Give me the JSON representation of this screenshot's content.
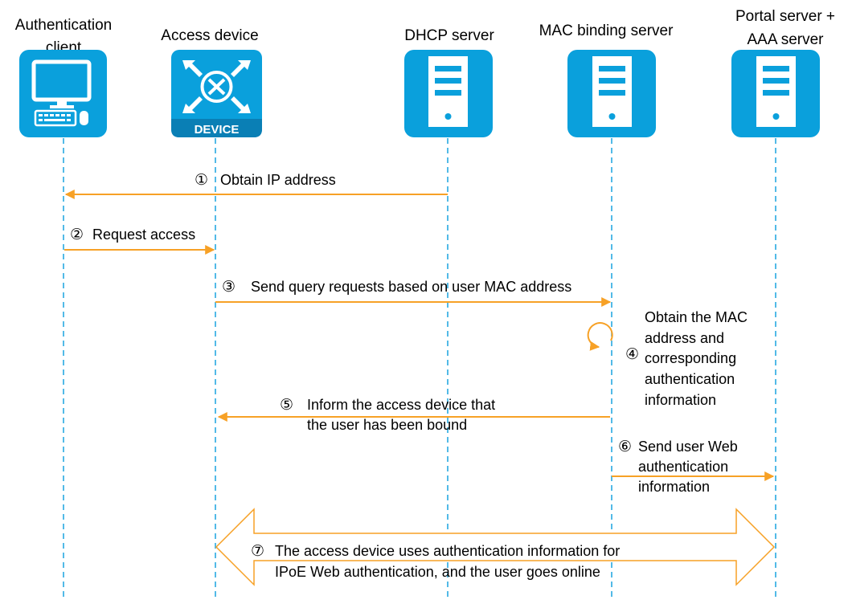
{
  "colors": {
    "icon_blue": "#0aa0dc",
    "icon_dark": "#0a7fb5",
    "arrow_orange": "#f7a126",
    "lifeline_blue": "#27a9e1",
    "white": "#ffffff"
  },
  "participants": [
    {
      "name": "Authentication client",
      "label_lines": [
        "Authentication",
        "client"
      ],
      "icon": "computer-icon"
    },
    {
      "name": "Access device",
      "label_lines": [
        "Access device"
      ],
      "icon": "device-icon",
      "badge": "DEVICE"
    },
    {
      "name": "DHCP server",
      "label_lines": [
        "DHCP server"
      ],
      "icon": "server-icon"
    },
    {
      "name": "MAC binding server",
      "label_lines": [
        "MAC binding server"
      ],
      "icon": "server-icon"
    },
    {
      "name": "Portal server + AAA server",
      "label_lines": [
        "Portal server +",
        "AAA server"
      ],
      "icon": "server-icon"
    }
  ],
  "messages": [
    {
      "step": "①",
      "from": 2,
      "to": 0,
      "lines": [
        "Obtain IP address"
      ]
    },
    {
      "step": "②",
      "from": 0,
      "to": 1,
      "lines": [
        "Request access"
      ]
    },
    {
      "step": "③",
      "from": 1,
      "to": 3,
      "lines": [
        "Send query requests based on user MAC address"
      ]
    },
    {
      "step": "④",
      "from": 3,
      "to": 3,
      "self": true,
      "lines": [
        "Obtain the MAC",
        "address and",
        "corresponding",
        "authentication",
        "information"
      ]
    },
    {
      "step": "⑤",
      "from": 3,
      "to": 1,
      "lines": [
        "Inform the access device that",
        "the user has been bound"
      ]
    },
    {
      "step": "⑥",
      "from": 3,
      "to": 4,
      "lines": [
        "Send user Web",
        "authentication",
        "information"
      ]
    },
    {
      "step": "⑦",
      "from": 1,
      "to": 4,
      "bidirectional": true,
      "lines": [
        "The access device uses authentication information for",
        "IPoE Web authentication, and the user goes online"
      ]
    }
  ]
}
